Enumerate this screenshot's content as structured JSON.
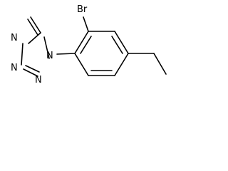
{
  "molecule": {
    "atoms": {
      "br": "Br",
      "tetrazole_n1": "N",
      "tetrazole_n2": "N",
      "tetrazole_n3": "N",
      "tetrazole_n4": "N"
    }
  },
  "colors": {
    "background": "#ffffff",
    "ink": "#000000"
  }
}
